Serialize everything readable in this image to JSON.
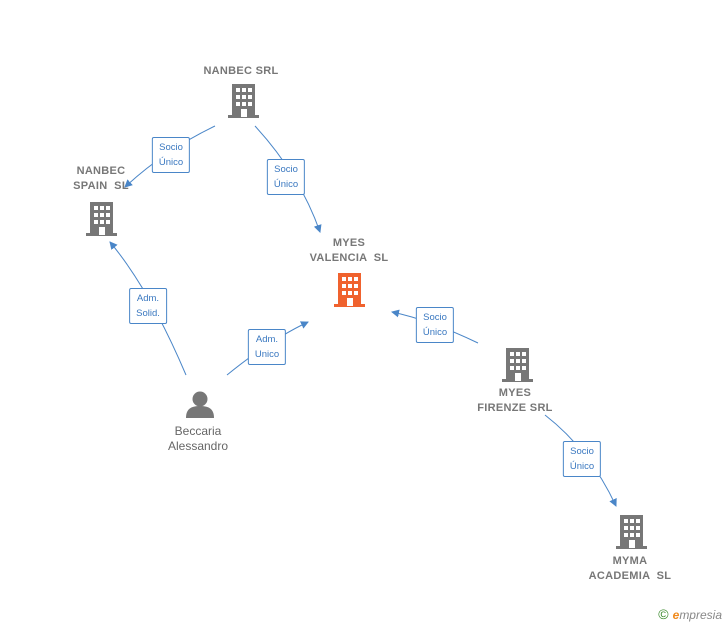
{
  "colors": {
    "company": "#777777",
    "focus_company": "#f0622e",
    "person": "#777777",
    "edge": "#4a86c8"
  },
  "nodes": {
    "nanbec_srl": {
      "label": "NANBEC SRL",
      "icon": "building-icon"
    },
    "nanbec_spain": {
      "label": "NANBEC\nSPAIN  SL",
      "icon": "building-icon"
    },
    "myes_valencia": {
      "label": "MYES\nVALENCIA  SL",
      "icon": "building-icon"
    },
    "myes_firenze": {
      "label": "MYES\nFIRENZE SRL",
      "icon": "building-icon"
    },
    "myma_academia": {
      "label": "MYMA\nACADEMIA  SL",
      "icon": "building-icon"
    },
    "beccaria": {
      "label": "Beccaria\nAlessandro",
      "icon": "person-icon"
    }
  },
  "edges": {
    "e1": {
      "label": "Socio\nÚnico"
    },
    "e2": {
      "label": "Socio\nÚnico"
    },
    "e3": {
      "label": "Adm.\nSolid."
    },
    "e4": {
      "label": "Adm.\nUnico"
    },
    "e5": {
      "label": "Socio\nÚnico"
    },
    "e6": {
      "label": "Socio\nÚnico"
    }
  },
  "footer": {
    "copyright": "©",
    "brand_initial": "e",
    "brand_rest": "mpresia"
  }
}
